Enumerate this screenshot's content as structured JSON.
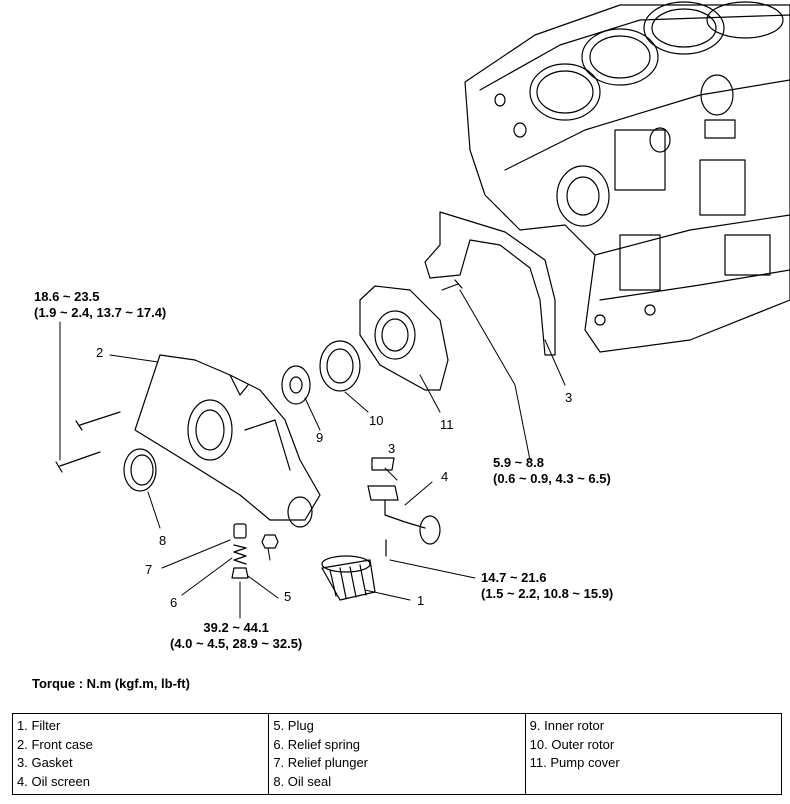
{
  "torque": {
    "pump_bolts": {
      "line1": "18.6 ~ 23.5",
      "line2": "(1.9 ~ 2.4, 13.7 ~ 17.4)"
    },
    "cover_bolt": {
      "line1": "5.9 ~ 8.8",
      "line2": "(0.6 ~ 0.9, 4.3 ~ 6.5)"
    },
    "screen_bolt": {
      "line1": "14.7 ~ 21.6",
      "line2": "(1.5 ~ 2.2, 10.8 ~ 15.9)"
    },
    "plug": {
      "line1": "39.2 ~ 44.1",
      "line2": "(4.0 ~ 4.5, 28.9 ~ 32.5)"
    }
  },
  "callouts": {
    "n1": "1",
    "n2": "2",
    "n3a": "3",
    "n3b": "3",
    "n4": "4",
    "n5": "5",
    "n6": "6",
    "n7": "7",
    "n8": "8",
    "n9": "9",
    "n10": "10",
    "n11": "11"
  },
  "caption": "Torque : N.m (kgf.m, lb-ft)",
  "legend": {
    "col1": [
      "1. Filter",
      "2. Front case",
      "3. Gasket",
      "4. Oil screen"
    ],
    "col2": [
      "5. Plug",
      "6. Relief spring",
      "7. Relief plunger",
      "8. Oil seal"
    ],
    "col3": [
      "9. Inner rotor",
      "10. Outer rotor",
      "11. Pump cover"
    ]
  }
}
